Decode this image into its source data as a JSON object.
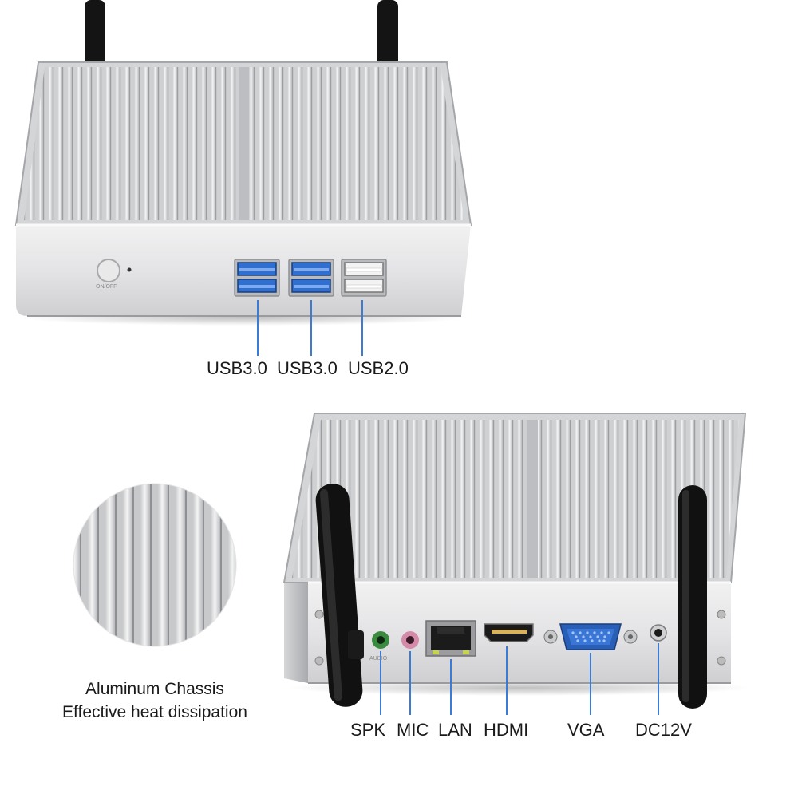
{
  "top_device": {
    "power_button_label": "ON/OFF",
    "port_labels": [
      "USB3.0",
      "USB3.0",
      "USB2.0"
    ]
  },
  "detail": {
    "caption_line1": "Aluminum Chassis",
    "caption_line2": "Effective heat dissipation"
  },
  "rear_device": {
    "audio_label": "AUDIO",
    "port_labels": [
      "SPK",
      "MIC",
      "LAN",
      "HDMI",
      "VGA",
      "DC12V"
    ]
  },
  "colors": {
    "usb3_blue": "#2f6fd1",
    "line_blue": "#3a7bd5",
    "chassis_silver": "#d9dadc",
    "spk_green": "#3a8a3f",
    "mic_pink": "#d48aa8"
  }
}
